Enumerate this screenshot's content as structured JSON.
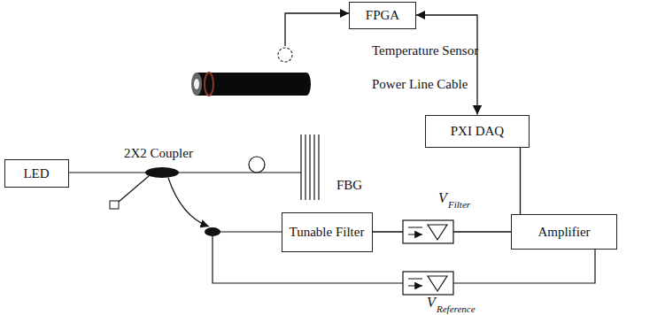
{
  "diagram": {
    "nodes": [
      {
        "text": [
          "FPGA"
        ]
      },
      {
        "text": [
          "PXI DAQ"
        ]
      },
      {
        "text": [
          "LED"
        ]
      },
      {
        "text": [
          "Tunable Filter"
        ]
      },
      {
        "text": [
          "Amplifier"
        ]
      }
    ],
    "edges": [
      {
        "from": 0,
        "to": 1,
        "arrow": "both"
      },
      {
        "from": 3,
        "to": 4,
        "arrow": "none"
      },
      {
        "from": 1,
        "to": 4,
        "arrow": "none"
      }
    ],
    "labels": [
      "Temperature Sensor",
      "Power Line Cable",
      "2X2 Coupler",
      "FBG",
      "V",
      "Filter",
      "V",
      "Reference"
    ]
  }
}
